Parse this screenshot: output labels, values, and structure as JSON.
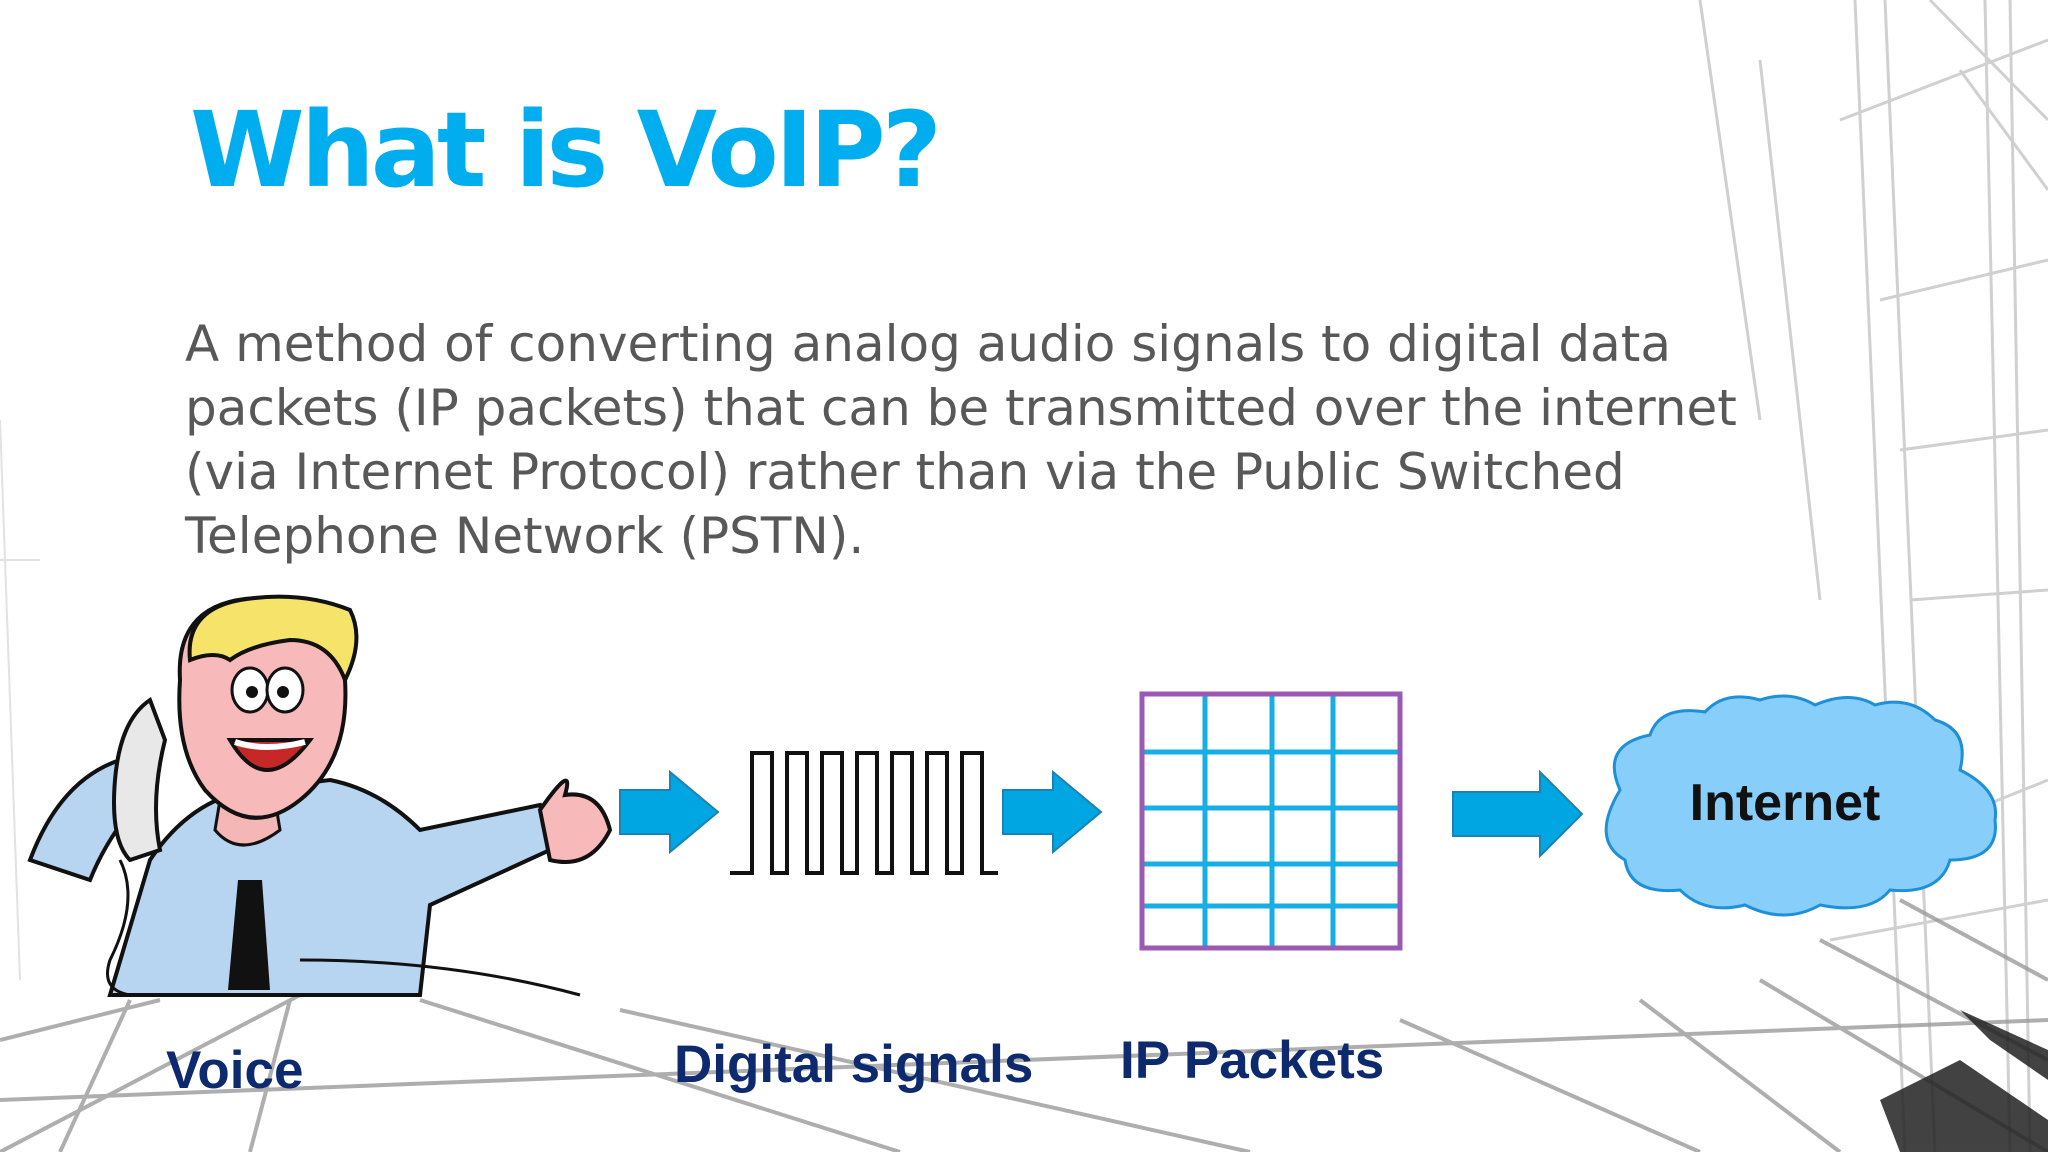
{
  "slide": {
    "title": "What is VoIP?",
    "body": "A method of converting analog audio signals to digital data packets (IP packets) that can be transmitted over the internet (via Internet Protocol) rather than via the Public Switched Telephone Network (PSTN)."
  },
  "diagram": {
    "labels": {
      "voice": "Voice",
      "digital": "Digital signals",
      "packets": "IP Packets"
    },
    "cloud_text": "Internet",
    "colors": {
      "title": "#00aeef",
      "arrow": "#00a6e2",
      "grid_lines": "#17aee6",
      "grid_border": "#9b59b6",
      "cloud_fill": "#87cefa",
      "cloud_stroke": "#1e90d8",
      "label": "#0c2a6d",
      "body_text": "#585858"
    }
  }
}
